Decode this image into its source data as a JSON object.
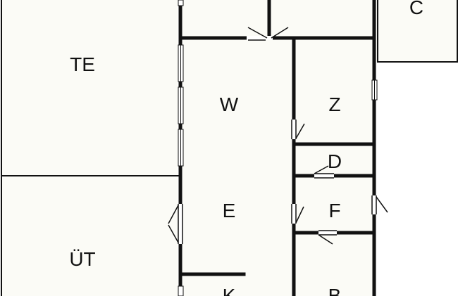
{
  "plan": {
    "colors": {
      "floor": "#fbfbf6",
      "wall": "#111111",
      "window": "#ffffff",
      "outside": "#ffffff"
    },
    "rooms": {
      "te": "TE",
      "ut": "ÜT",
      "w": "W",
      "e": "E",
      "k": "K",
      "z": "Z",
      "d": "D",
      "f": "F",
      "b": "B",
      "c": "C"
    }
  }
}
